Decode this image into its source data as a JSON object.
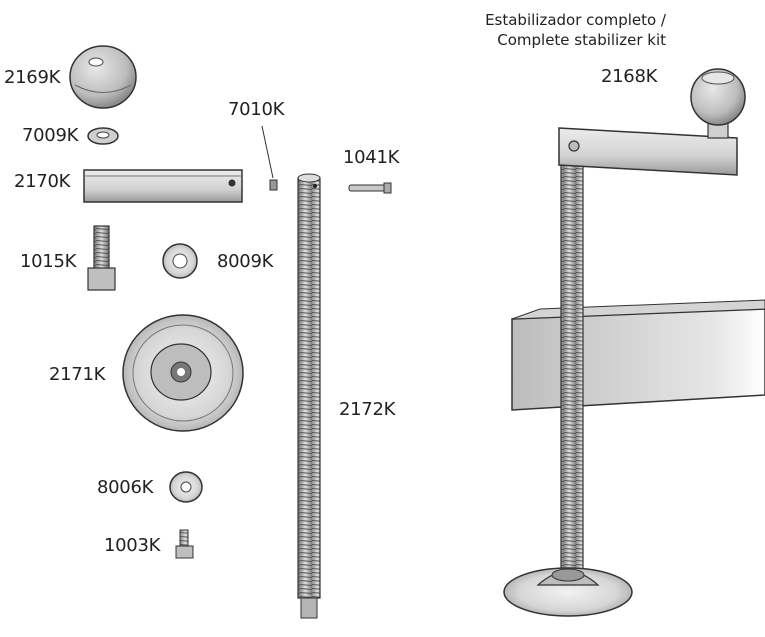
{
  "title": {
    "line1": "Estabilizador completo /",
    "line2": "Complete stabilizer kit"
  },
  "parts": {
    "p2169": "2169K",
    "p7009": "7009K",
    "p2170": "2170K",
    "p7010": "7010K",
    "p1041": "1041K",
    "p1015": "1015K",
    "p8009": "8009K",
    "p2171": "2171K",
    "p2172": "2172K",
    "p8006": "8006K",
    "p1003": "1003K",
    "p2168": "2168K"
  }
}
